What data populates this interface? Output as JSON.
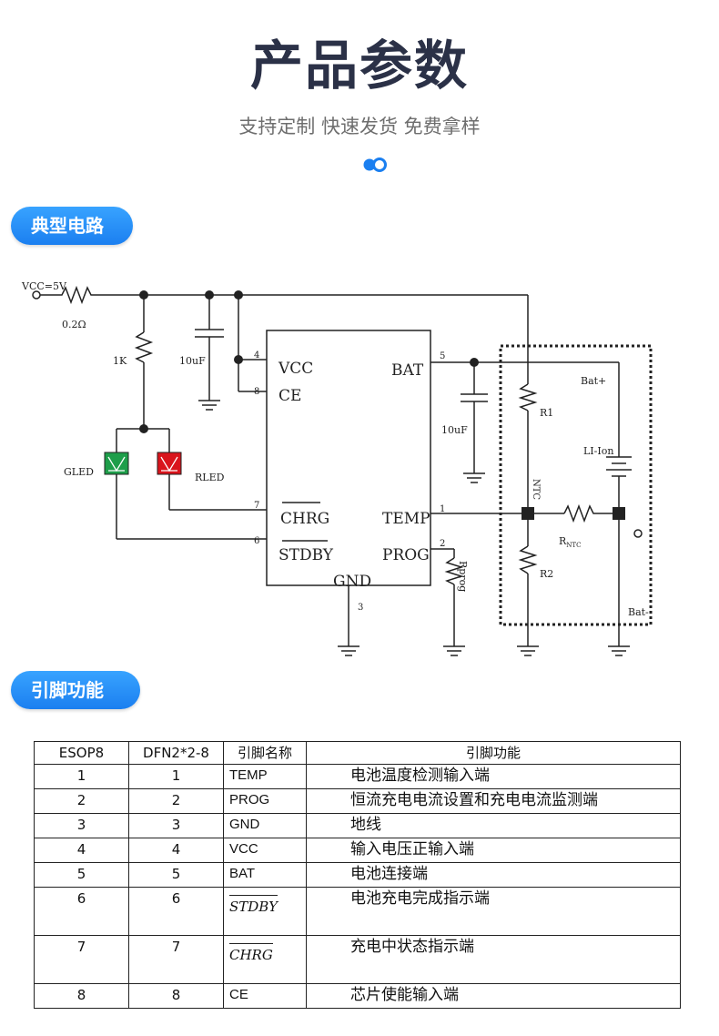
{
  "header": {
    "title": "产品参数",
    "subtitle": "支持定制 快速发货 免费拿样"
  },
  "sections": {
    "circuit": "典型电路",
    "pins": "引脚功能"
  },
  "circuit_labels": {
    "vcc_in": "VCC=5V",
    "r_in": "0.2Ω",
    "r_1k": "1K",
    "cap1": "10uF",
    "gled": "GLED",
    "rled": "RLED",
    "pin4": "4",
    "pin8": "8",
    "pin7": "7",
    "pin6": "6",
    "pin5": "5",
    "pin1": "1",
    "pin2": "2",
    "pin3": "3",
    "ic_vcc": "VCC",
    "ic_ce": "CE",
    "ic_chrg": "CHRG",
    "ic_stdby": "STDBY",
    "ic_bat": "BAT",
    "ic_temp": "TEMP",
    "ic_prog": "PROG",
    "ic_gnd": "GND",
    "cap2": "10uF",
    "rprog": "Rprog",
    "r1": "R1",
    "r2": "R2",
    "ntc": "NTC",
    "rntc_r": "R",
    "rntc_sub": "NTC",
    "bat_plus": "Bat+",
    "li_ion": "LI-Ion",
    "bat_minus": "Bat-"
  },
  "colors": {
    "accent": "#1b7ff0",
    "gled": "#1e9e4a",
    "rled": "#d9141c"
  },
  "table": {
    "headers": [
      "ESOP8",
      "DFN2*2-8",
      "引脚名称",
      "引脚功能"
    ],
    "rows": [
      {
        "esop": "1",
        "dfn": "1",
        "name": "TEMP",
        "func": "电池温度检测输入端"
      },
      {
        "esop": "2",
        "dfn": "2",
        "name": "PROG",
        "func": "恒流充电电流设置和充电电流监测端"
      },
      {
        "esop": "3",
        "dfn": "3",
        "name": "GND",
        "func": "地线"
      },
      {
        "esop": "4",
        "dfn": "4",
        "name": "VCC",
        "func": "输入电压正输入端"
      },
      {
        "esop": "5",
        "dfn": "5",
        "name": "BAT",
        "func": "电池连接端"
      },
      {
        "esop": "6",
        "dfn": "6",
        "name": "STDBY",
        "func": "电池充电完成指示端"
      },
      {
        "esop": "7",
        "dfn": "7",
        "name": "CHRG",
        "func": "充电中状态指示端"
      },
      {
        "esop": "8",
        "dfn": "8",
        "name": "CE",
        "func": "芯片使能输入端"
      }
    ]
  }
}
